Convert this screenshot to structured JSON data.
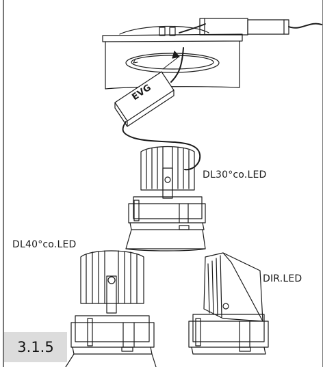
{
  "labels": {
    "evg": "EVG",
    "dl30": "DL30°co.LED",
    "dl40": "DL40°co.LED",
    "dir": "DIR.LED"
  },
  "section_number": "3.1.5",
  "colors": {
    "line": "#1a1a1a",
    "badge_bg": "#dcdcdc",
    "paper": "#ffffff"
  }
}
